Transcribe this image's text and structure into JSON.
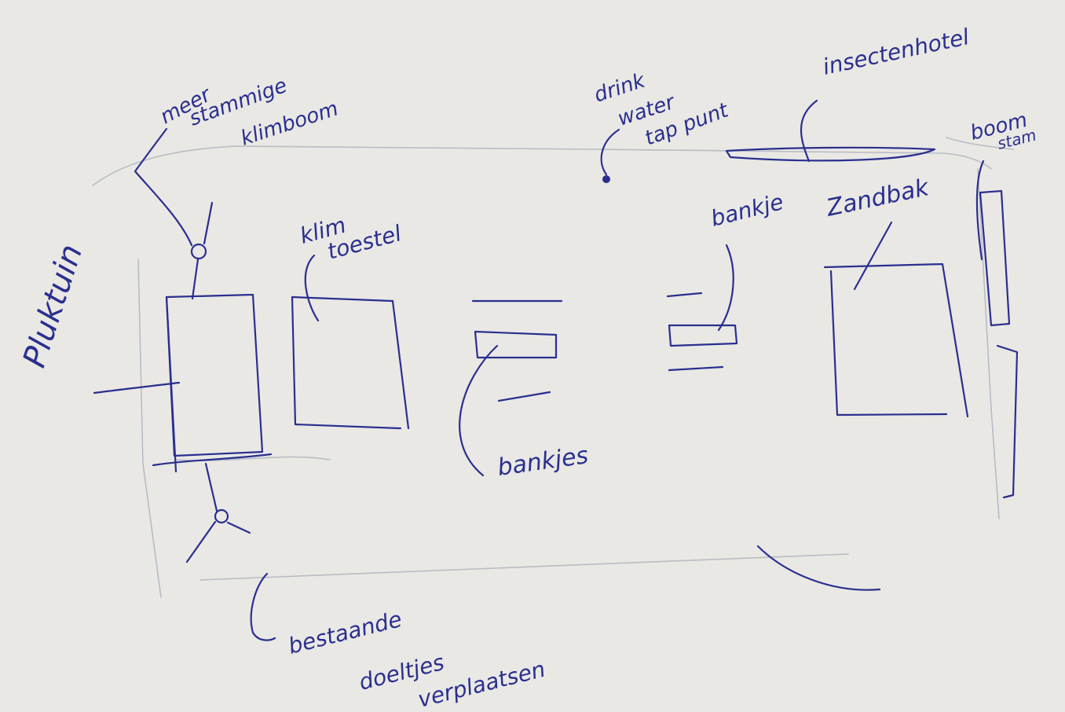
{
  "colors": {
    "paper": "#e9e8e4",
    "ink": "#2a2f8f",
    "faint": "#b9bcc6"
  },
  "labels": {
    "meer_stammige_klimboom": [
      "meer",
      "stammige",
      "klimboom"
    ],
    "plukttuin": "Pluktuin",
    "klim_toestel": [
      "klim",
      "toestel"
    ],
    "drink_water_tap_punt": [
      "drink",
      "water",
      "tap punt"
    ],
    "insectenhotel": "insectenhotel",
    "boom_stam": [
      "boom",
      "stam"
    ],
    "bankje": "bankje",
    "zandbak": "Zandbak",
    "bankjes": "bankjes",
    "bestaande_doeltjes_verplaatsen": [
      "bestaande",
      "doeltjes",
      "verplaatsen"
    ]
  }
}
